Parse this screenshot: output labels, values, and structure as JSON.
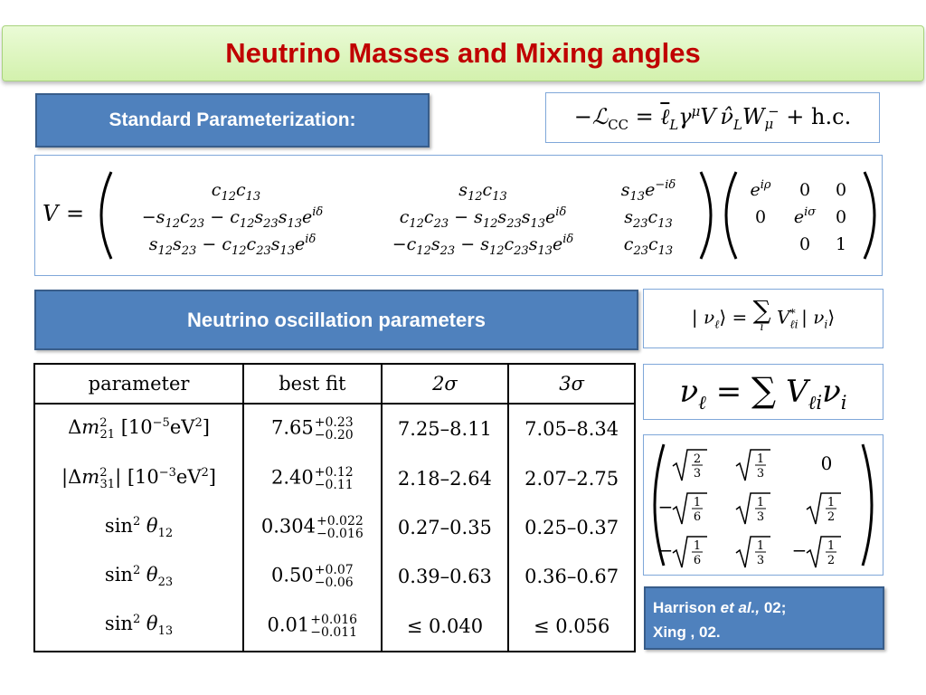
{
  "title": "Neutrino Masses and Mixing angles",
  "standard_param_label": "Standard Parameterization:",
  "lagrangian": "−ℒ_CC = ℓ̄_L γ^μ V ν̂_L W^−_μ + h.c.",
  "pmns_matrix": {
    "lhs": "V =",
    "rows": [
      [
        "c12c13",
        "s12c13",
        "s13e^{-iδ}"
      ],
      [
        "−s12c23 − c12s23s13e^{iδ}",
        "c12c23 − s12s23s13e^{iδ}",
        "s23c13"
      ],
      [
        "s12s23 − c12c23s13e^{iδ}",
        "−c12s23 − s12c23s13e^{iδ}",
        "c23c13"
      ]
    ],
    "majorana_rows": [
      [
        "e^{iρ}",
        "0",
        "0"
      ],
      [
        "0",
        "e^{iσ}",
        "0"
      ],
      [
        "",
        "0",
        "1"
      ]
    ]
  },
  "oscillation_label": "Neutrino oscillation parameters",
  "flavor_state_eq": "| ν_ℓ ⟩ = ∑_i V*_ℓi | ν_i ⟩",
  "field_eq": "ν_ℓ = ∑ V_ℓi ν_i",
  "table": {
    "headers": [
      "parameter",
      "best fit",
      "2σ",
      "3σ"
    ],
    "rows": [
      {
        "param": "Δm²₂₁ [10⁻⁵eV²]",
        "best": "7.65",
        "up": "+0.23",
        "down": "−0.20",
        "s2": "7.25–8.11",
        "s3": "7.05–8.34"
      },
      {
        "param": "|Δm²₃₁| [10⁻³eV²]",
        "best": "2.40",
        "up": "+0.12",
        "down": "−0.11",
        "s2": "2.18–2.64",
        "s3": "2.07–2.75"
      },
      {
        "param": "sin² θ₁₂",
        "best": "0.304",
        "up": "+0.022",
        "down": "−0.016",
        "s2": "0.27–0.35",
        "s3": "0.25–0.37"
      },
      {
        "param": "sin² θ₂₃",
        "best": "0.50",
        "up": "+0.07",
        "down": "−0.06",
        "s2": "0.39–0.63",
        "s3": "0.36–0.67"
      },
      {
        "param": "sin² θ₁₃",
        "best": "0.01",
        "up": "+0.016",
        "down": "−0.011",
        "s2": "≤ 0.040",
        "s3": "≤ 0.056"
      }
    ]
  },
  "tribimaximal": {
    "rows": [
      [
        "√(2/3)",
        "√(1/3)",
        "0"
      ],
      [
        "−√(1/6)",
        "√(1/3)",
        "√(1/2)"
      ],
      [
        "−√(1/6)",
        "√(1/3)",
        "−√(1/2)"
      ]
    ]
  },
  "reference": {
    "line1_a": "Harrison ",
    "line1_em": "et al.,",
    "line1_b": "  02;",
    "line2": "Xing , 02."
  }
}
